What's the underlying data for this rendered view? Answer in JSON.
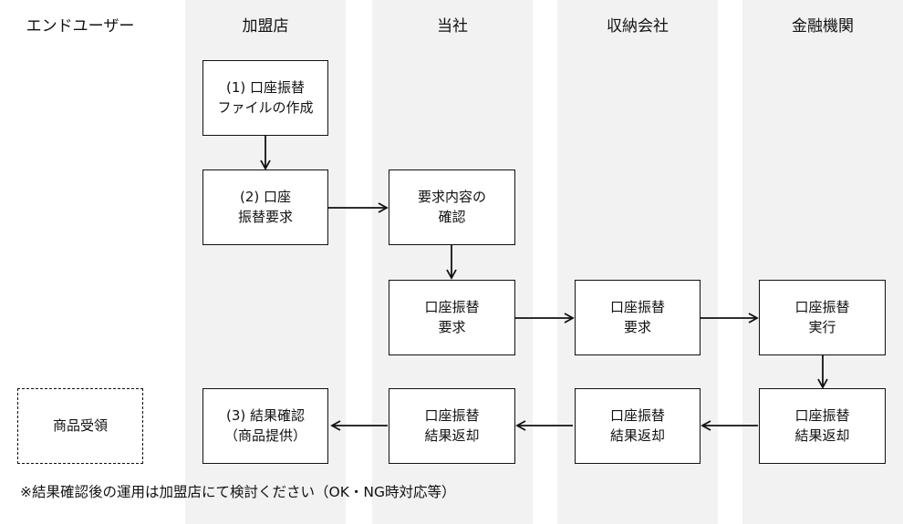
{
  "lanes": [
    {
      "title": "エンドユーザー"
    },
    {
      "title": "加盟店"
    },
    {
      "title": "当社"
    },
    {
      "title": "収納会社"
    },
    {
      "title": "金融機関"
    }
  ],
  "steps": {
    "create_file": "(1) 口座振替\nファイルの作成",
    "merchant_request": "(2) 口座\n振替要求",
    "confirm_request": "要求内容の\n確認",
    "company_request": "口座振替\n要求",
    "collector_request": "口座振替\n要求",
    "bank_execute": "口座振替\n実行",
    "bank_return": "口座振替\n結果返却",
    "collector_return": "口座振替\n結果返却",
    "company_return": "口座振替\n結果返却",
    "merchant_result": "(3) 結果確認\n（商品提供）",
    "receive_goods": "商品受領"
  },
  "note": "※結果確認後の運用は加盟店にて検討ください（OK・NG時対応等）"
}
